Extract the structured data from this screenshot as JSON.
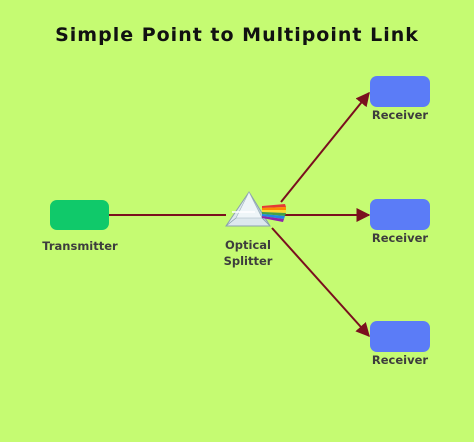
{
  "title": "Simple Point to Multipoint Link",
  "transmitter": {
    "label": "Transmitter"
  },
  "splitter": {
    "label_line1": "Optical",
    "label_line2": "Splitter"
  },
  "receivers": [
    {
      "label": "Receiver"
    },
    {
      "label": "Receiver"
    },
    {
      "label": "Receiver"
    }
  ],
  "colors": {
    "background": "#c5fb72",
    "transmitter": "#10c96a",
    "receiver": "#5b7cf7",
    "link": "#7a0f1e"
  }
}
